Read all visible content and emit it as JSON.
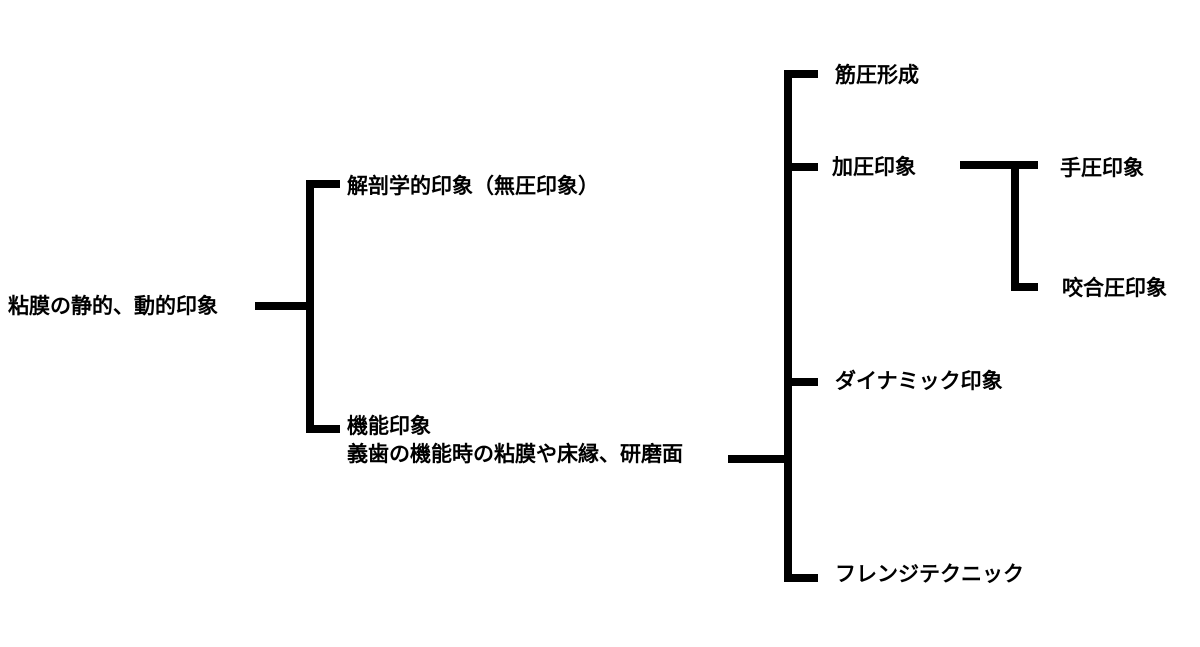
{
  "colors": {
    "background": "#ffffff",
    "ink": "#000000"
  },
  "nodes": {
    "root": "粘膜の静的、動的印象",
    "anatomical": "解剖学的印象（無圧印象）",
    "functional": {
      "line1": "機能印象",
      "line2": "義歯の機能時の粘膜や床縁、研磨面"
    },
    "muscle_molding": "筋圧形成",
    "pressure": "加圧印象",
    "dynamic": "ダイナミック印象",
    "flange": "フレンジテクニック",
    "hand_pressure": "手圧印象",
    "occlusal_pressure": "咬合圧印象"
  }
}
